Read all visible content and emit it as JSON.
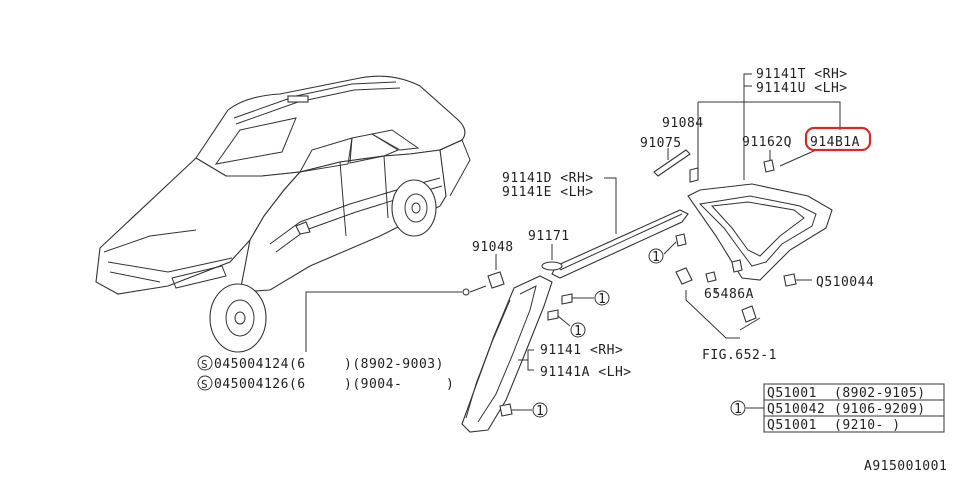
{
  "labels": {
    "p91141T": "91141T <RH>",
    "p91141U": "91141U <LH>",
    "p91084": "91084",
    "p91075": "91075",
    "p91162Q": "91162Q",
    "p914B1A": "914B1A",
    "p91141D": "91141D <RH>",
    "p91141E": "91141E <LH>",
    "p91048": "91048",
    "p91171": "91171",
    "pQ510044": "Q510044",
    "p65486A": "65486A",
    "pFig": "FIG.652-1",
    "p91141": "91141   <RH>",
    "p91141A": "91141A <LH>",
    "screw1_num": "045004124(6",
    "screw1_range": ")(8902-9003)",
    "screw2_num": "045004126(6",
    "screw2_range": ")(9004-",
    "screw2_end": ")",
    "screw_symbol": "S",
    "callout": "1",
    "table": [
      {
        "part": "Q51001",
        "range": "(8902-9105)"
      },
      {
        "part": "Q510042",
        "range": "(9106-9209)"
      },
      {
        "part": "Q51001",
        "range": "(9210-      )"
      }
    ],
    "diagram_id": "A915001001"
  },
  "colors": {
    "line": "#333333",
    "highlight": "#d42a2a"
  }
}
